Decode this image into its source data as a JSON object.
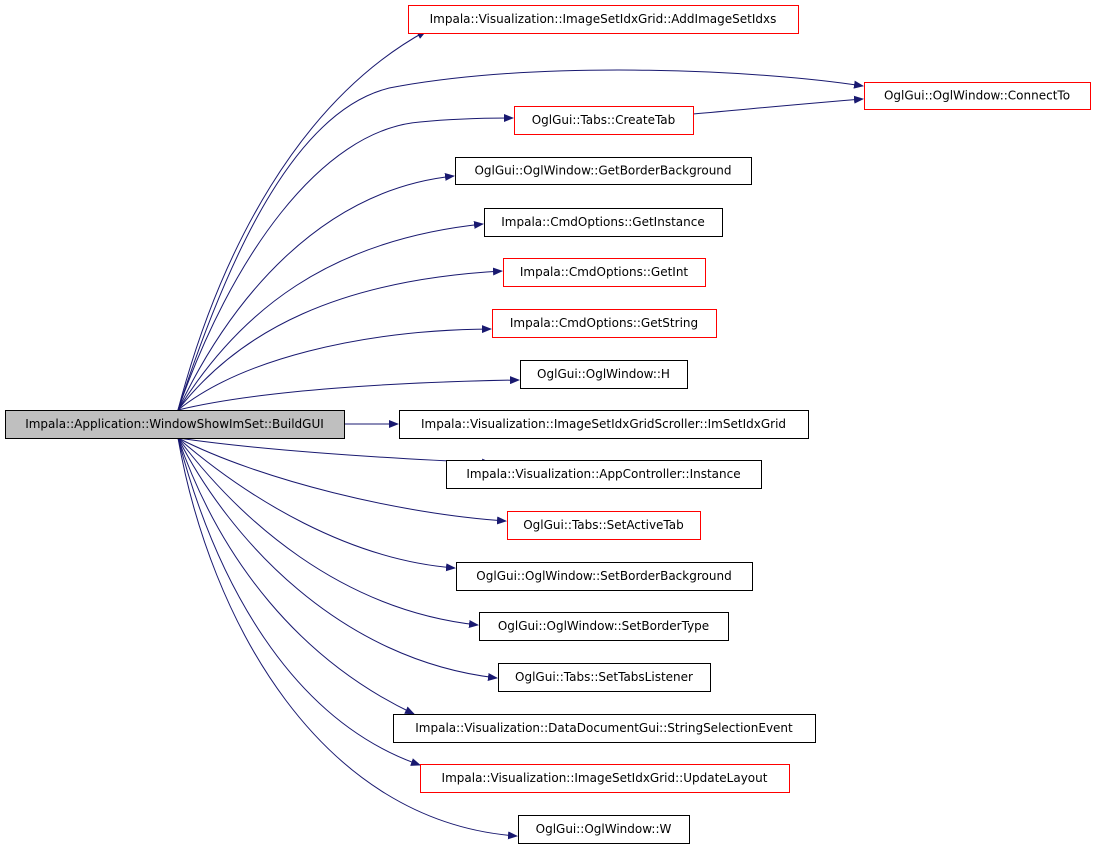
{
  "diagram": {
    "colors": {
      "background": "#ffffff",
      "edge": "#191970",
      "root_fill": "#bfbfbf",
      "root_border": "#000000",
      "node_fill": "#ffffff",
      "documented_border": "#000000",
      "undocumented_border": "#ff0000",
      "text": "#000000"
    },
    "root": {
      "id": "root",
      "label": "Impala::Application::WindowShowImSet::BuildGUI"
    },
    "nodes": [
      {
        "id": "addimagesetidxs",
        "label": "Impala::Visualization::ImageSetIdxGrid::AddImageSetIdxs",
        "border": "red"
      },
      {
        "id": "connectto",
        "label": "OglGui::OglWindow::ConnectTo",
        "border": "red"
      },
      {
        "id": "createtab",
        "label": "OglGui::Tabs::CreateTab",
        "border": "red"
      },
      {
        "id": "getborderbackground",
        "label": "OglGui::OglWindow::GetBorderBackground",
        "border": "black"
      },
      {
        "id": "getinstance",
        "label": "Impala::CmdOptions::GetInstance",
        "border": "black"
      },
      {
        "id": "getint",
        "label": "Impala::CmdOptions::GetInt",
        "border": "red"
      },
      {
        "id": "getstring",
        "label": "Impala::CmdOptions::GetString",
        "border": "red"
      },
      {
        "id": "h",
        "label": "OglGui::OglWindow::H",
        "border": "black"
      },
      {
        "id": "imsetidxgrid",
        "label": "Impala::Visualization::ImageSetIdxGridScroller::ImSetIdxGrid",
        "border": "black"
      },
      {
        "id": "instance",
        "label": "Impala::Visualization::AppController::Instance",
        "border": "black"
      },
      {
        "id": "setactivetab",
        "label": "OglGui::Tabs::SetActiveTab",
        "border": "red"
      },
      {
        "id": "setborderbackground",
        "label": "OglGui::OglWindow::SetBorderBackground",
        "border": "black"
      },
      {
        "id": "setbordertype",
        "label": "OglGui::OglWindow::SetBorderType",
        "border": "black"
      },
      {
        "id": "settabslistener",
        "label": "OglGui::Tabs::SetTabsListener",
        "border": "black"
      },
      {
        "id": "stringselectionevent",
        "label": "Impala::Visualization::DataDocumentGui::StringSelectionEvent",
        "border": "black"
      },
      {
        "id": "updatelayout",
        "label": "Impala::Visualization::ImageSetIdxGrid::UpdateLayout",
        "border": "red"
      },
      {
        "id": "w",
        "label": "OglGui::OglWindow::W",
        "border": "black"
      }
    ],
    "edges": [
      {
        "from": "root",
        "to": "addimagesetidxs"
      },
      {
        "from": "root",
        "to": "connectto"
      },
      {
        "from": "root",
        "to": "createtab"
      },
      {
        "from": "createtab",
        "to": "connectto"
      },
      {
        "from": "root",
        "to": "getborderbackground"
      },
      {
        "from": "root",
        "to": "getinstance"
      },
      {
        "from": "root",
        "to": "getint"
      },
      {
        "from": "root",
        "to": "getstring"
      },
      {
        "from": "root",
        "to": "h"
      },
      {
        "from": "root",
        "to": "imsetidxgrid"
      },
      {
        "from": "root",
        "to": "instance"
      },
      {
        "from": "root",
        "to": "setactivetab"
      },
      {
        "from": "root",
        "to": "setborderbackground"
      },
      {
        "from": "root",
        "to": "setbordertype"
      },
      {
        "from": "root",
        "to": "settabslistener"
      },
      {
        "from": "root",
        "to": "stringselectionevent"
      },
      {
        "from": "root",
        "to": "updatelayout"
      },
      {
        "from": "root",
        "to": "w"
      }
    ]
  }
}
